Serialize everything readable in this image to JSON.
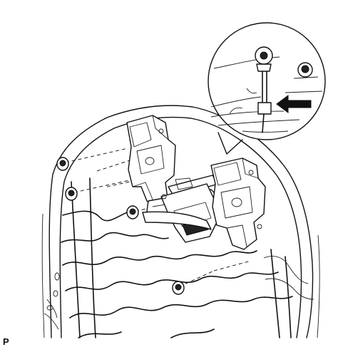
{
  "diagram": {
    "corner_label": "P",
    "components": {
      "seatback_frame": "seatback-frame",
      "spring_wires": "seatback-spring-wires",
      "recliner_bracket": "seat-recliner-bracket",
      "nuts": [
        "nut-upper-left-1",
        "nut-upper-left-2",
        "nut-center",
        "nut-lower"
      ],
      "detail_callout": "detail-magnifier-callout",
      "arrow": "direction-arrow-icon"
    }
  }
}
